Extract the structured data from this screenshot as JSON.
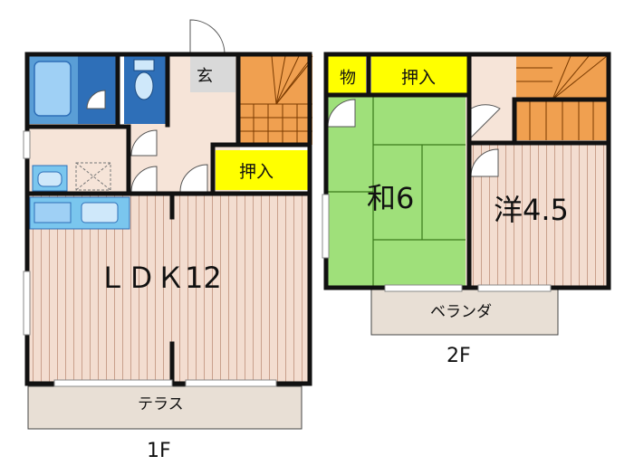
{
  "floor1": {
    "label": "1F",
    "ldk_label": "ＬＤＫ12",
    "entrance_label": "玄",
    "closet_label": "押入",
    "terrace_label": "テラス"
  },
  "floor2": {
    "label": "2F",
    "washitsu_label": "和6",
    "youshitsu_label": "洋4.5",
    "storage_label": "物",
    "closet_label": "押入",
    "veranda_label": "ベランダ"
  },
  "colors": {
    "wall": "#111111",
    "floor_wood": "#f3ddd0",
    "floor_stripe": "#c9a08c",
    "hall": "#f6e4d8",
    "tatami": "#9fe07a",
    "closet": "#ffff00",
    "bath": "#5a9ed6",
    "toilet": "#2e6fb8",
    "kitchen_counter": "#7ac6ee",
    "stairs": "#f0a050",
    "balcony": "#e8dfd5",
    "entrance": "#d9d9d9"
  }
}
